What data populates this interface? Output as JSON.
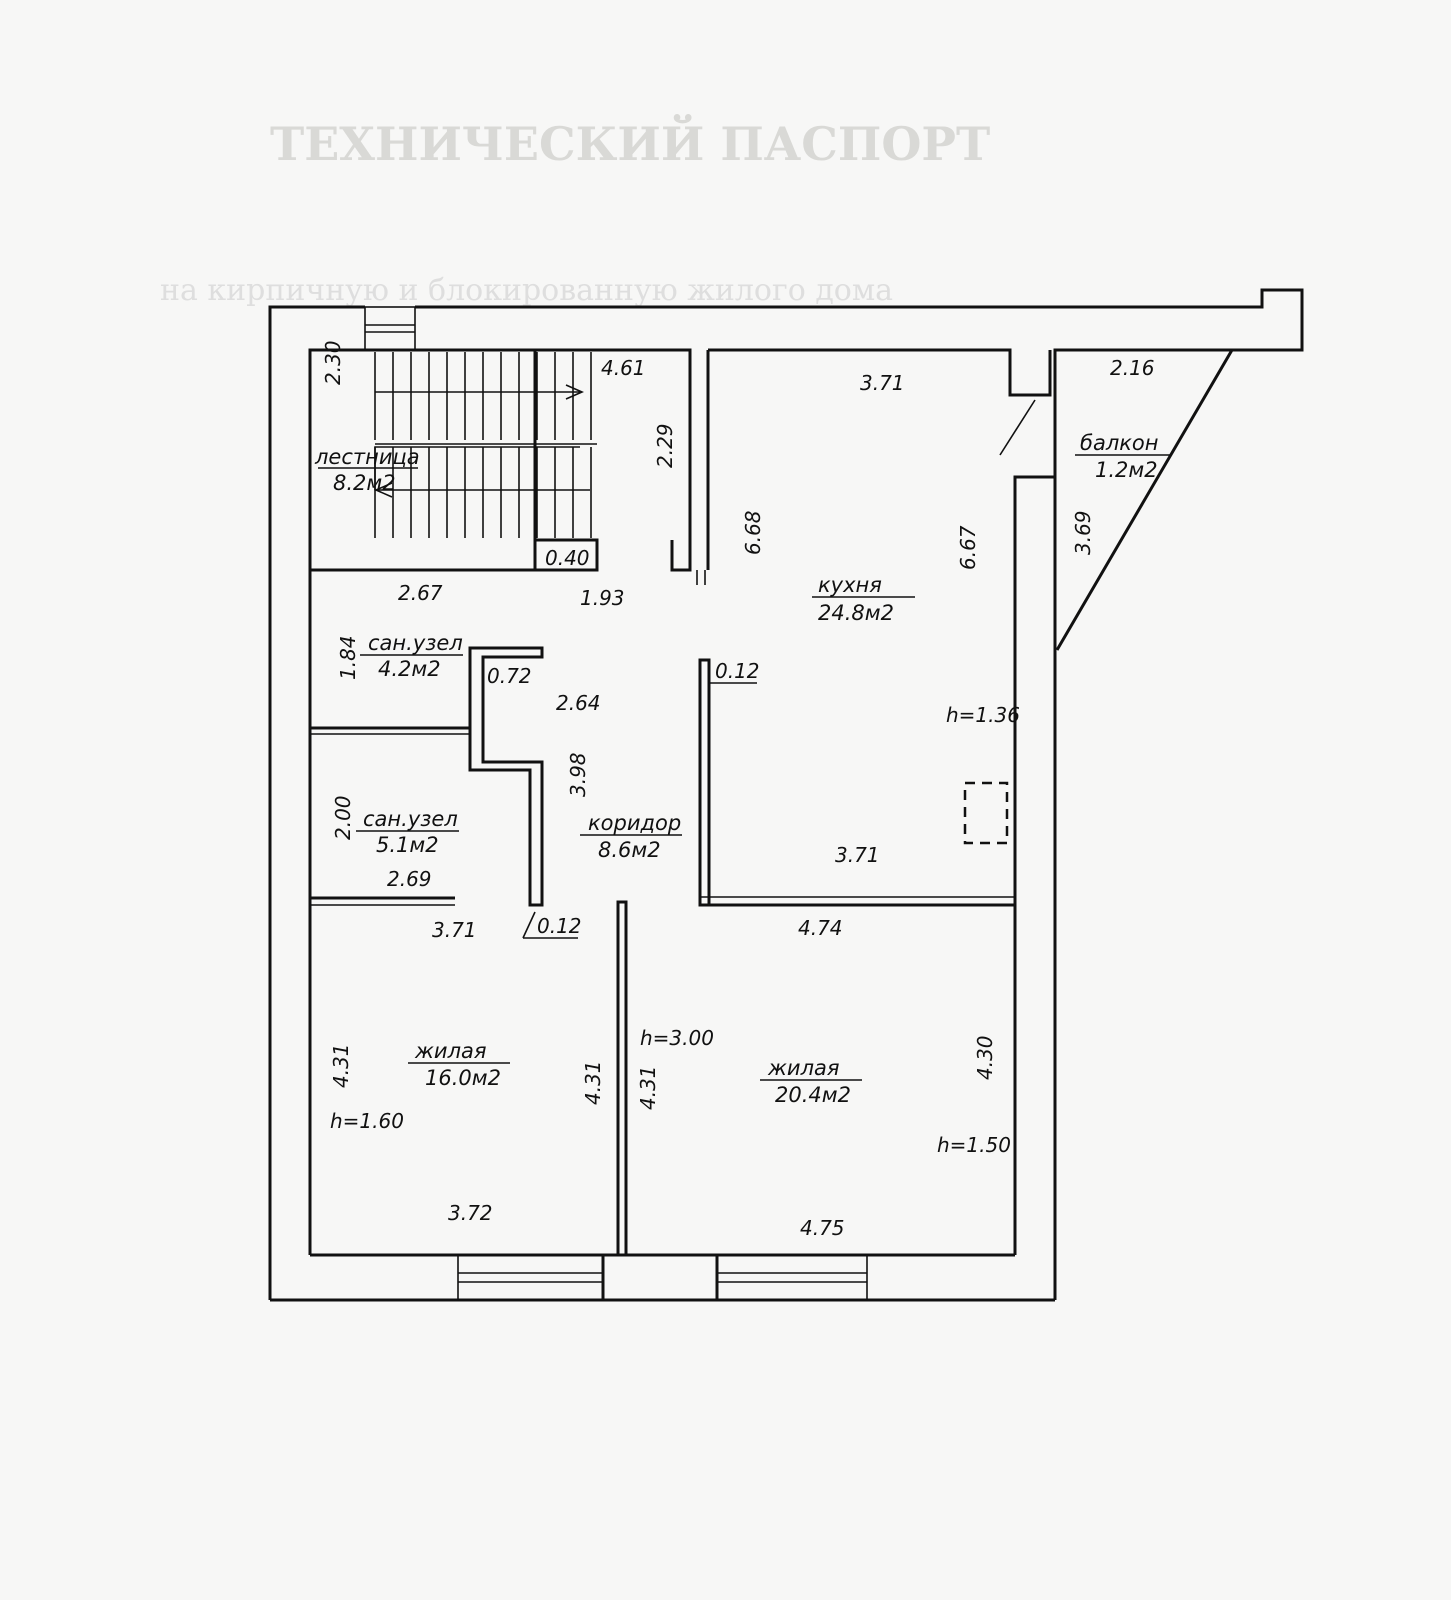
{
  "watermark": {
    "title": "ТЕХНИЧЕСКИЙ ПАСПОРТ",
    "subtitle": "на кирпичную и блокированную жилого дома"
  },
  "rooms": {
    "stairs": {
      "name": "лестница",
      "area": "8.2м2"
    },
    "balcony": {
      "name": "балкон",
      "area": "1.2м2"
    },
    "kitchen": {
      "name": "кухня",
      "area": "24.8м2"
    },
    "bath1": {
      "name": "сан.узел",
      "area": "4.2м2"
    },
    "bath2": {
      "name": "сан.узел",
      "area": "5.1м2"
    },
    "corridor": {
      "name": "коридор",
      "area": "8.6м2"
    },
    "living1": {
      "name": "жилая",
      "area": "16.0м2"
    },
    "living2": {
      "name": "жилая",
      "area": "20.4м2"
    }
  },
  "dimensions": {
    "stairs_h": "2.30",
    "stairs_top": "4.61",
    "stairs_v": "2.29",
    "stairs_step": "0.40",
    "kitchen_top": "3.71",
    "kitchen_v1": "6.68",
    "kitchen_v2": "6.67",
    "kitchen_bottom": "3.71",
    "kitchen_h": "h=1.36",
    "balcony_top": "2.16",
    "balcony_side": "3.69",
    "corr_top1": "2.67",
    "corr_top2": "1.93",
    "bath1_v": "1.84",
    "niche": "0.72",
    "corr_w": "2.64",
    "corr_v": "3.98",
    "wall_012a": "0.12",
    "bath2_v": "2.00",
    "bath2_bottom": "2.69",
    "living1_top": "3.71",
    "wall_012b": "0.12",
    "living2_top": "4.74",
    "living1_v": "4.31",
    "living1_v2": "4.31",
    "living2_v": "4.31",
    "living2_v2": "4.30",
    "living1_h": "h=1.60",
    "h_300": "h=3.00",
    "living2_h": "h=1.50",
    "living1_bottom": "3.72",
    "living2_bottom": "4.75"
  }
}
